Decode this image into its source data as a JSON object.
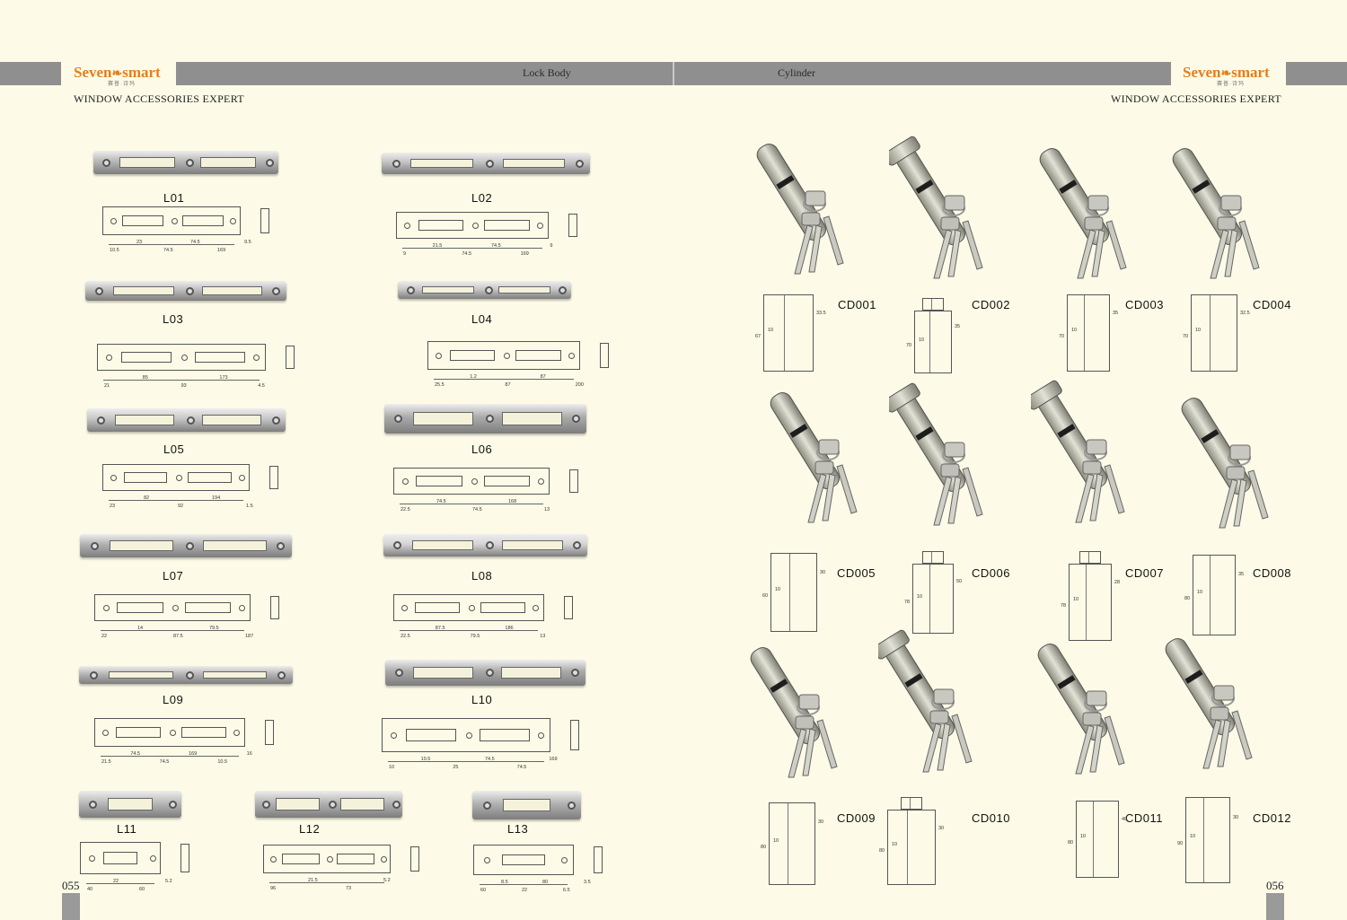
{
  "header": {
    "brand_left": "Seven",
    "brand_right": "smart",
    "brand_sub": "赛普·诗玛",
    "tagline": "WINDOW ACCESSORIES EXPERT",
    "left_section": "Lock Body",
    "right_section": "Cylinder"
  },
  "pages": {
    "left": "055",
    "right": "056"
  },
  "lock_bodies": [
    {
      "code": "L01",
      "dims": [
        "10.5",
        "23",
        "74.5",
        "74.5",
        "169",
        "9.5"
      ],
      "color": "#b7b7b7"
    },
    {
      "code": "L02",
      "dims": [
        "9",
        "21.5",
        "74.5",
        "74.5",
        "169",
        "9"
      ],
      "color": "#c2c2c2"
    },
    {
      "code": "L03",
      "dims": [
        "21",
        "85",
        "93",
        "173",
        "4.5"
      ],
      "color": "#bdbdbd"
    },
    {
      "code": "L04",
      "dims": [
        "25.5",
        "1.2",
        "87",
        "87",
        "200"
      ],
      "color": "#c8c8c8"
    },
    {
      "code": "L05",
      "dims": [
        "23",
        "82",
        "92",
        "194",
        "1.5"
      ],
      "color": "#c5c5c5"
    },
    {
      "code": "L06",
      "dims": [
        "22.5",
        "74.5",
        "74.5",
        "168",
        "13"
      ],
      "color": "#aaaaaa"
    },
    {
      "code": "L07",
      "dims": [
        "22",
        "14",
        "87.5",
        "79.5",
        "187"
      ],
      "color": "#b0b0b0"
    },
    {
      "code": "L08",
      "dims": [
        "22.5",
        "87.5",
        "79.5",
        "186",
        "13"
      ],
      "color": "#d4d4d4"
    },
    {
      "code": "L09",
      "dims": [
        "21.5",
        "74.5",
        "74.5",
        "169",
        "10.5",
        "16"
      ],
      "color": "#b5b5b5"
    },
    {
      "code": "L10",
      "dims": [
        "10",
        "10.5",
        "25",
        "74.5",
        "74.5",
        "169"
      ],
      "color": "#a9a9a9"
    },
    {
      "code": "L11",
      "dims": [
        "40",
        "22",
        "60",
        "5.2"
      ],
      "color": "#b9b9b9"
    },
    {
      "code": "L12",
      "dims": [
        "96",
        "21.5",
        "73",
        "5.2"
      ],
      "color": "#b3b3b3"
    },
    {
      "code": "L13",
      "dims": [
        "60",
        "8.5",
        "22",
        "80",
        "6.5",
        "3.5"
      ],
      "color": "#b1b1b1"
    }
  ],
  "cylinders": [
    {
      "code": "CD001",
      "dims": [
        "33.5",
        "67",
        "10"
      ]
    },
    {
      "code": "CD002",
      "dims": [
        "35",
        "70",
        "10"
      ]
    },
    {
      "code": "CD003",
      "dims": [
        "35",
        "70",
        "10"
      ]
    },
    {
      "code": "CD004",
      "dims": [
        "32.5",
        "70",
        "10"
      ]
    },
    {
      "code": "CD005",
      "dims": [
        "30",
        "60",
        "10"
      ]
    },
    {
      "code": "CD006",
      "dims": [
        "50",
        "78",
        "10"
      ]
    },
    {
      "code": "CD007",
      "dims": [
        "28",
        "78",
        "10"
      ]
    },
    {
      "code": "CD008",
      "dims": [
        "35",
        "80",
        "10"
      ]
    },
    {
      "code": "CD009",
      "dims": [
        "30",
        "80",
        "10"
      ]
    },
    {
      "code": "CD010",
      "dims": [
        "30",
        "80",
        "10"
      ]
    },
    {
      "code": "CD011",
      "dims": [
        "40",
        "80",
        "10"
      ]
    },
    {
      "code": "CD012",
      "dims": [
        "30",
        "90",
        "10"
      ]
    }
  ],
  "colors": {
    "band": "#8f8f8f",
    "brand": "#e47f1e",
    "paper": "#fdfbe7",
    "metal": "#bdbdbd"
  }
}
